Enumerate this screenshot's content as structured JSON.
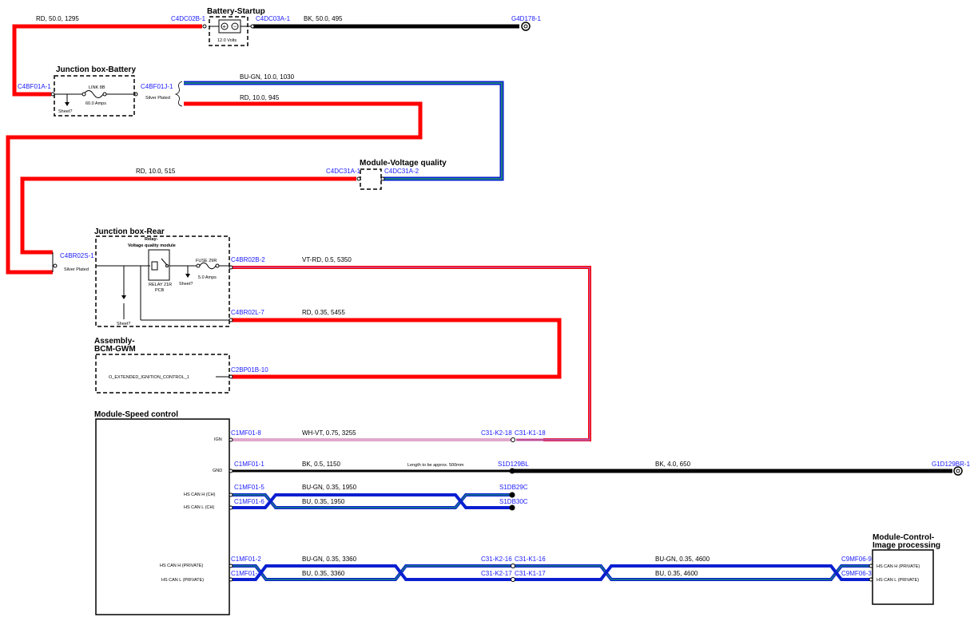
{
  "colors": {
    "red": "#ff0000",
    "black": "#000000",
    "blue": "#0a1fd0",
    "teal": "#1a8080",
    "magenta": "#c0509a",
    "connector_label": "#1a1aff"
  },
  "blocks": {
    "battery": {
      "title": "Battery-Startup",
      "rating": "12.0 Volts"
    },
    "jb_battery": {
      "title": "Junction box-Battery",
      "fuse": "LINK 8B",
      "amps": "60.0 Amps",
      "sheet": "Sheet?",
      "plated": "Silver Plated"
    },
    "mvq": {
      "title": "Module-Voltage quality"
    },
    "jb_rear": {
      "title": "Junction box-Rear",
      "relay_title_1": "Relay-",
      "relay_title_2": "Voltage quality module",
      "fuse": "FUSE 29R",
      "amps": "5.0 Amps",
      "relay_name_1": "RELAY 21R",
      "relay_name_2": "PCB",
      "sheet": "Sheet?",
      "sheet2": "Sheet?",
      "plated": "Silver Plated"
    },
    "bcm": {
      "title_1": "Assembly-",
      "title_2": "BCM-GWM",
      "signal": "O_EXTENDED_IGNITION_CONTROL_1"
    },
    "speed": {
      "title": "Module-Speed control",
      "pins": [
        "IGN",
        "GND",
        "HS CAN H (CH)",
        "HS CAN L (CH)",
        "HS CAN H (PRIVATE)",
        "HS CAN L (PRIVATE)"
      ]
    },
    "image": {
      "title_1": "Module-Control-",
      "title_2": "Image processing",
      "pins": [
        "HS CAN H (PRIVATE)",
        "HS CAN L (PRIVATE)"
      ]
    }
  },
  "connectors": {
    "c4dc02b": "C4DC02B-1",
    "c4dc03a": "C4DC03A-1",
    "g4d178": "G4D178-1",
    "c4bf01a": "C4BF01A-1",
    "c4bf01j": "C4BF01J-1",
    "c4dc31a1": "C4DC31A-1",
    "c4dc31a2": "C4DC31A-2",
    "c4br02s": "C4BR02S-1",
    "c4br02b": "C4BR02B-2",
    "c4br02l": "C4BR02L-7",
    "c2bp01b": "C2BP01B-10",
    "c1mf01_8": "C1MF01-8",
    "c31k218": "C31-K2-18",
    "c31k118": "C31-K1-18",
    "c1mf01_1": "C1MF01-1",
    "s1d129bl": "S1D129BL",
    "g1d129br": "G1D129BR-1",
    "c1mf01_5": "C1MF01-5",
    "c1mf01_6": "C1MF01-6",
    "s1db29c": "S1DB29C",
    "s1db30c": "S1DB30C",
    "c1mf01_2": "C1MF01-2",
    "c1mf01_3": "C1MF01-3",
    "c31k216": "C31-K2-16",
    "c31k116": "C31-K1-16",
    "c31k217": "C31-K2-17",
    "c31k117": "C31-K1-17",
    "c9mf06_9": "C9MF06-9",
    "c9mf06_3": "C9MF06-3"
  },
  "wires": {
    "w1": "RD, 50.0, 1295",
    "w2": "BK, 50.0, 495",
    "w3": "BU-GN, 10.0, 1030",
    "w4": "RD, 10.0, 945",
    "w5": "RD, 10.0, 515",
    "w6": "VT-RD, 0.5, 5350",
    "w7": "RD, 0.35, 5455",
    "w8": "WH-VT, 0.75, 3255",
    "w9": "BK, 0.5, 1150",
    "w10": "BK, 4.0, 650",
    "w11": "BU-GN, 0.35, 1950",
    "w12": "BU, 0.35, 1950",
    "w13": "BU-GN, 0.35, 3360",
    "w14": "BU, 0.35, 3360",
    "w15": "BU-GN, 0.35, 4600",
    "w16": "BU, 0.35, 4600"
  },
  "notes": {
    "length": "Length to be approx. 500mm"
  }
}
